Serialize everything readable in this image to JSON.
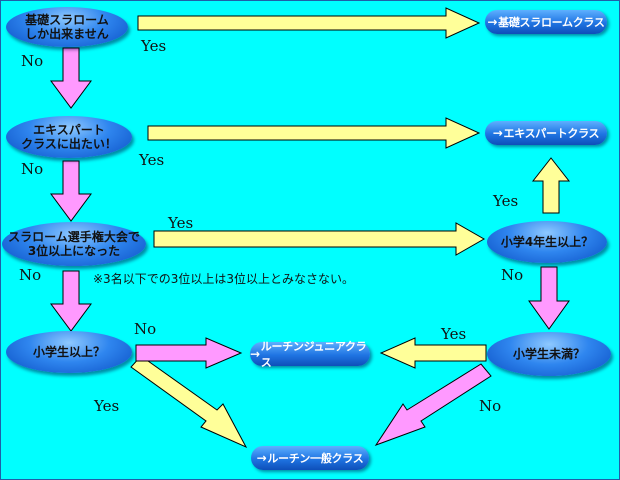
{
  "questions": [
    {
      "text": "基礎スラローム\nしか出来ません"
    },
    {
      "text": "エキスパート\nクラスに出たい！"
    },
    {
      "text": "スラローム選手権大会で\n3位以上になった"
    },
    {
      "text": "小学4年生以上？"
    },
    {
      "text": "小学生以上？"
    },
    {
      "text": "小学生未満？"
    }
  ],
  "classes": [
    {
      "arrow": "→",
      "label": "基礎スラロームクラス"
    },
    {
      "arrow": "→",
      "label": "エキスパートクラス"
    },
    {
      "arrow": "→",
      "label": "ルーチンジュニアクラス"
    },
    {
      "arrow": "→",
      "label": "ルーチン一般クラス"
    }
  ],
  "answers": {
    "yes": "Yes",
    "no": "No"
  },
  "note": "※3名以下での3位以上は3位以上とみなさない。",
  "colors": {
    "background": "#00ffff",
    "yes_arrow": "#ffff99",
    "no_arrow": "#ff99ff",
    "outline": "#000000"
  }
}
